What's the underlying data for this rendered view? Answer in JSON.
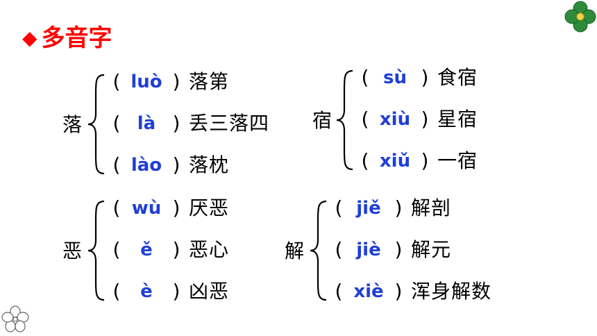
{
  "title": "多音字",
  "groups": [
    {
      "char": "落",
      "rows": [
        {
          "pinyin": "luò",
          "word": "落第"
        },
        {
          "pinyin": "là",
          "word": "丢三落四"
        },
        {
          "pinyin": "lào",
          "word": "落枕"
        }
      ]
    },
    {
      "char": "宿",
      "rows": [
        {
          "pinyin": "sù",
          "word": "食宿"
        },
        {
          "pinyin": "xiù",
          "word": "星宿"
        },
        {
          "pinyin": "xiǔ",
          "word": "一宿"
        }
      ]
    },
    {
      "char": "恶",
      "rows": [
        {
          "pinyin": "wù",
          "word": "厌恶"
        },
        {
          "pinyin": "ě",
          "word": "恶心"
        },
        {
          "pinyin": "è",
          "word": "凶恶"
        }
      ]
    },
    {
      "char": "解",
      "rows": [
        {
          "pinyin": "jiě",
          "word": "解剖"
        },
        {
          "pinyin": "jiè",
          "word": "解元"
        },
        {
          "pinyin": "xiè",
          "word": "浑身解数"
        }
      ]
    }
  ],
  "colors": {
    "title": "#ff0000",
    "pinyin": "#1f3fd6",
    "clover_top": "#2e8b3a"
  }
}
